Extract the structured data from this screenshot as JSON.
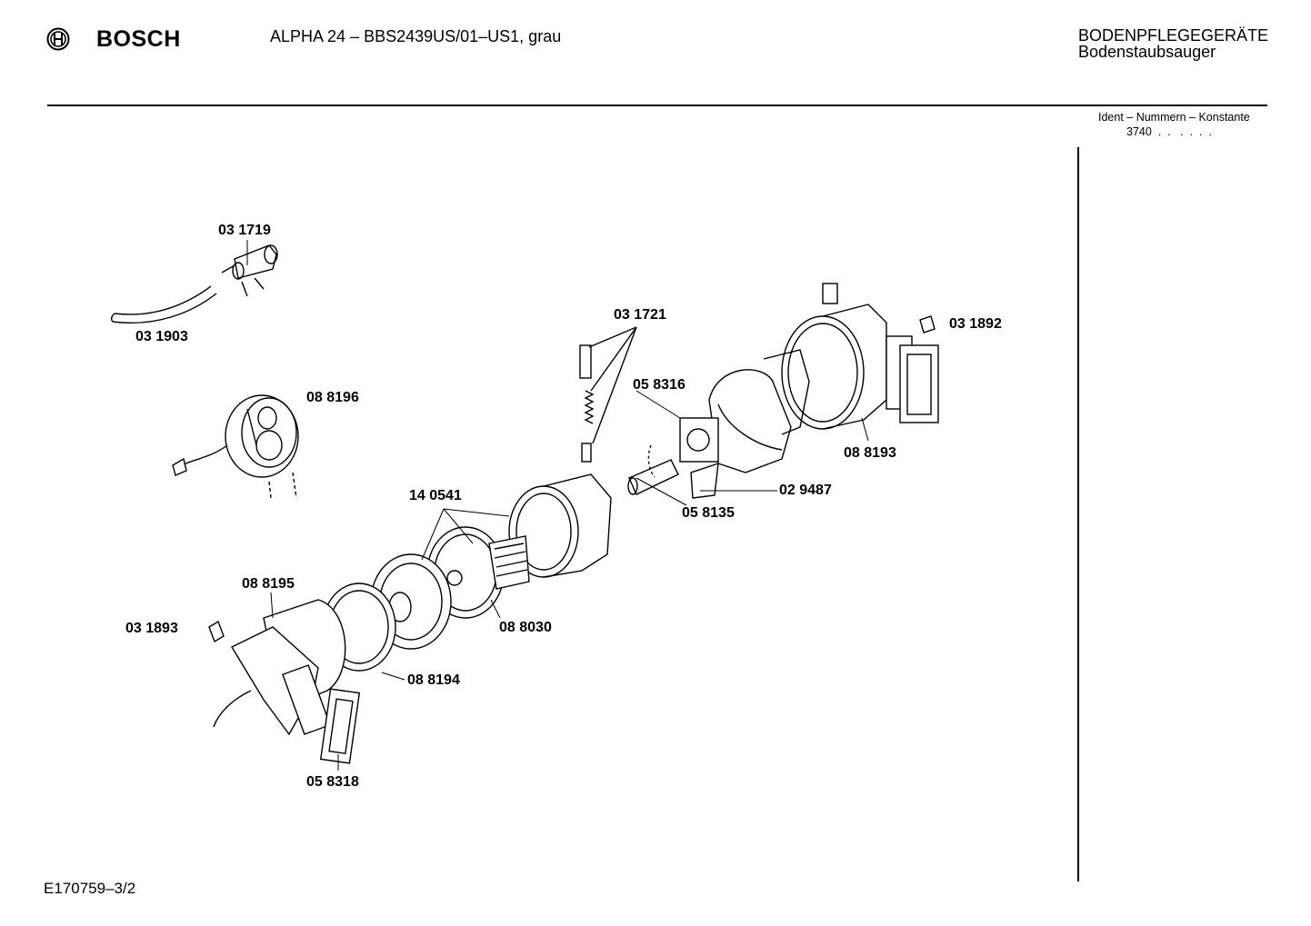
{
  "header": {
    "brand": "BOSCH",
    "title": "ALPHA 24 – BBS2439US/01–US1, grau",
    "category": "BODENPFLEGEGERÄTE",
    "subcategory": "Bodenstaubsauger",
    "ident_label": "Ident – Nummern – Konstante",
    "ident_value": "3740  .  .   .  .  .  ."
  },
  "parts": [
    "03 1719",
    "03 1903",
    "08 8196",
    "03 1721",
    "05 8316",
    "03 1892",
    "08 8193",
    "02 9487",
    "05 8135",
    "14 0541",
    "08 8195",
    "03 1893",
    "08 8030",
    "08 8194",
    "05 8318"
  ],
  "footer": {
    "code": "E170759–3/2"
  },
  "icons": [
    "bosch-armature-icon"
  ]
}
